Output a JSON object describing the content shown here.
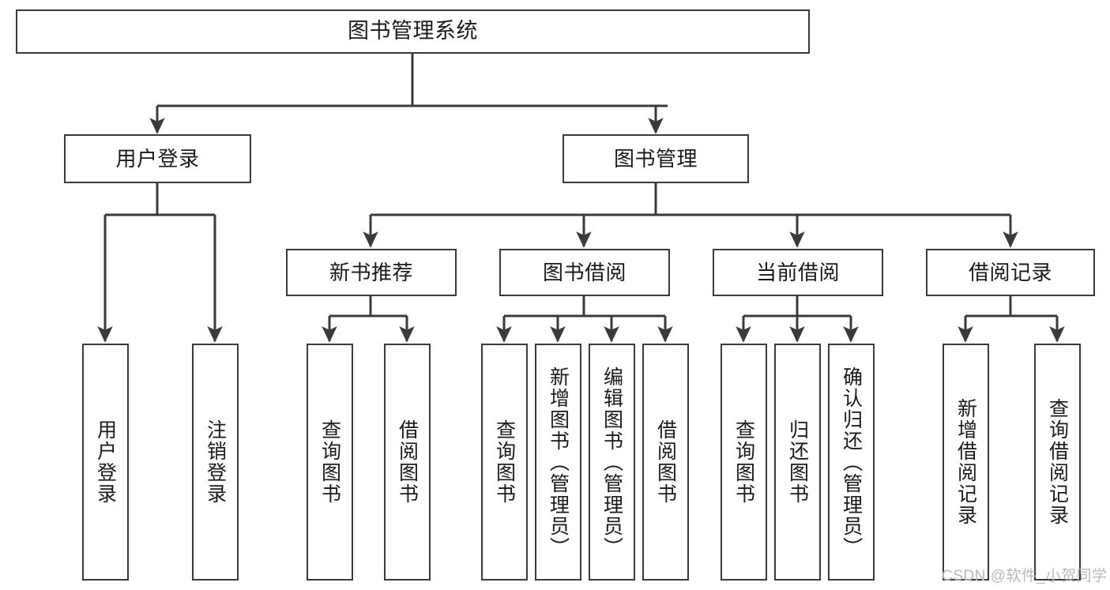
{
  "diagram": {
    "type": "tree-hierarchy",
    "title": "图书管理系统",
    "orientation": "top-down",
    "line_color": "#3a3a3a",
    "text_color": "#1a1a1a",
    "background": "#ffffff"
  },
  "nodes": {
    "root": {
      "label": "图书管理系统"
    },
    "level2": [
      {
        "id": "user-login",
        "label": "用户登录"
      },
      {
        "id": "book-management",
        "label": "图书管理"
      }
    ],
    "level3": [
      {
        "id": "new-book-recommend",
        "label": "新书推荐"
      },
      {
        "id": "book-borrow",
        "label": "图书借阅"
      },
      {
        "id": "current-borrow",
        "label": "当前借阅"
      },
      {
        "id": "borrow-record",
        "label": "借阅记录"
      }
    ],
    "leaves": {
      "user_login": [
        {
          "id": "leaf-user-login",
          "label": "用户登录"
        },
        {
          "id": "leaf-user-logout",
          "label": "注销登录"
        }
      ],
      "new_book_recommend": [
        {
          "id": "leaf-query-book-1",
          "label": "查询图书"
        },
        {
          "id": "leaf-borrow-book-1",
          "label": "借阅图书"
        }
      ],
      "book_borrow": [
        {
          "id": "leaf-query-book-2",
          "label": "查询图书"
        },
        {
          "id": "leaf-add-book",
          "label": "新增图书（管理员）"
        },
        {
          "id": "leaf-edit-book",
          "label": "编辑图书（管理员）"
        },
        {
          "id": "leaf-borrow-book-2",
          "label": "借阅图书"
        }
      ],
      "current_borrow": [
        {
          "id": "leaf-query-book-3",
          "label": "查询图书"
        },
        {
          "id": "leaf-return-book",
          "label": "归还图书"
        },
        {
          "id": "leaf-confirm-return",
          "label": "确认归还（管理员）"
        }
      ],
      "borrow_record": [
        {
          "id": "leaf-add-record",
          "label": "新增借阅记录"
        },
        {
          "id": "leaf-query-record",
          "label": "查询借阅记录"
        }
      ]
    }
  },
  "watermark": {
    "text": "CSDN @软件_小贺同学"
  }
}
